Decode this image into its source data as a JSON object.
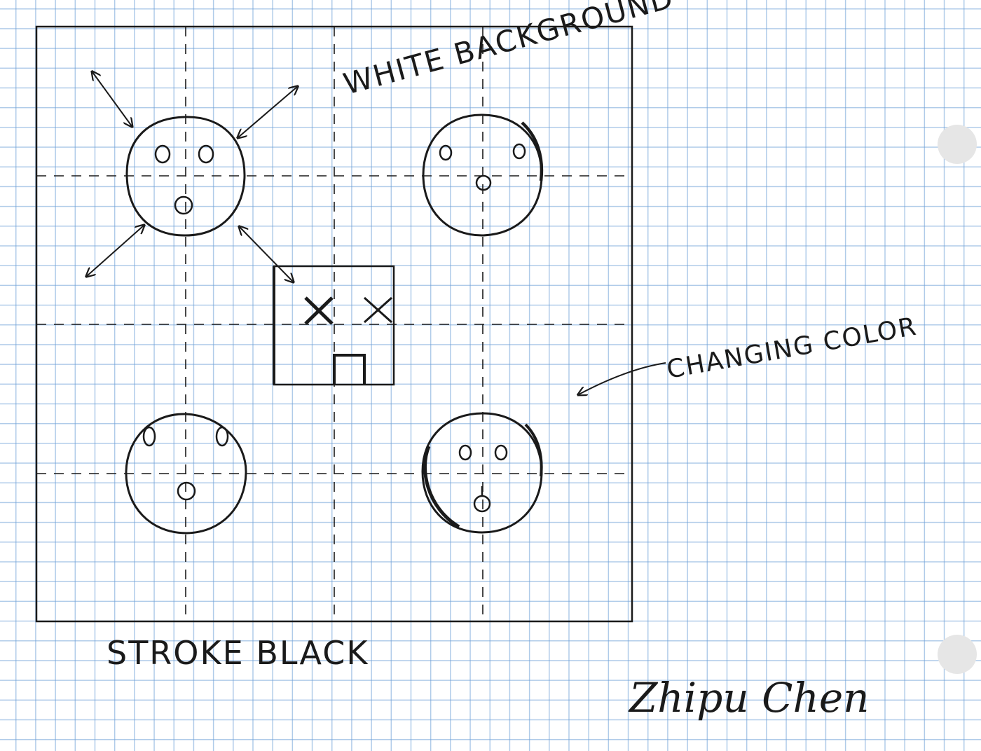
{
  "labels": {
    "background": "WHITE BACKGROUND",
    "color": "CHANGING COLOR",
    "stroke": "STROKE BLACK",
    "signature": "Zhipu Chen"
  },
  "colors": {
    "ink": "#1a1a1a",
    "grid": "#6ea0d7",
    "paper": "#ffffff",
    "hole": "#e6e6e6"
  }
}
